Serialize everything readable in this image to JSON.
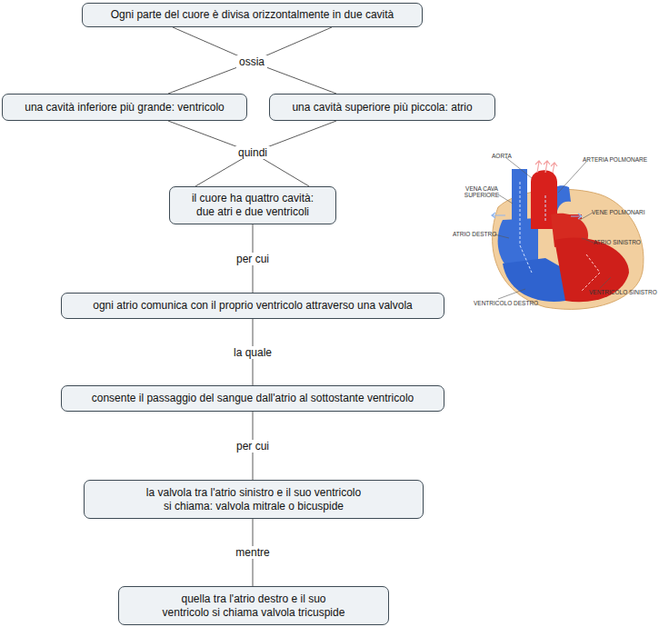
{
  "diagram": {
    "nodes": [
      {
        "text": [
          "Ogni parte del cuore è divisa orizzontalmente in due cavità"
        ]
      },
      {
        "text": [
          "una cavità inferiore più grande: ventricolo"
        ]
      },
      {
        "text": [
          "una cavità superiore più piccola: atrio"
        ]
      },
      {
        "text": [
          "il cuore ha quattro cavità: due atri e due ventricoli"
        ]
      },
      {
        "text": [
          "ogni atrio comunica con il proprio ventricolo attraverso una valvola"
        ]
      },
      {
        "text": [
          "consente il passaggio del sangue dall'atrio al sottostante ventricolo"
        ]
      },
      {
        "text": [
          "la valvola tra l'atrio sinistro e il suo ventricolo si chiama: valvola mitrale o bicuspide"
        ]
      },
      {
        "text": [
          "quella tra l'atrio destro e il suo ventricolo si chiama valvola tricuspide"
        ]
      }
    ],
    "edges": [
      {
        "from": 0,
        "to": 1,
        "label": "ossia",
        "arrow": "none"
      },
      {
        "from": 0,
        "to": 2,
        "arrow": "none"
      },
      {
        "from": 1,
        "to": 3,
        "label": "quindi",
        "arrow": "none"
      },
      {
        "from": 2,
        "to": 3,
        "arrow": "none"
      },
      {
        "from": 3,
        "to": 4,
        "label": "per cui",
        "arrow": "none"
      },
      {
        "from": 4,
        "to": 5,
        "label": "la quale",
        "arrow": "none"
      },
      {
        "from": 5,
        "to": 6,
        "label": "per cui",
        "arrow": "none"
      },
      {
        "from": 6,
        "to": 7,
        "label": "mentre",
        "arrow": "none"
      }
    ],
    "labels": [
      "AORTA",
      "ARTERIA POLMONARE",
      "VENA CAVA SUPERIORE",
      "VENE POLMONARI",
      "ATRIO DESTRO",
      "ATRIO SINISTRO",
      "VENTRICOLO SINISTRO",
      "VENTRICOLO DESTRO"
    ]
  }
}
